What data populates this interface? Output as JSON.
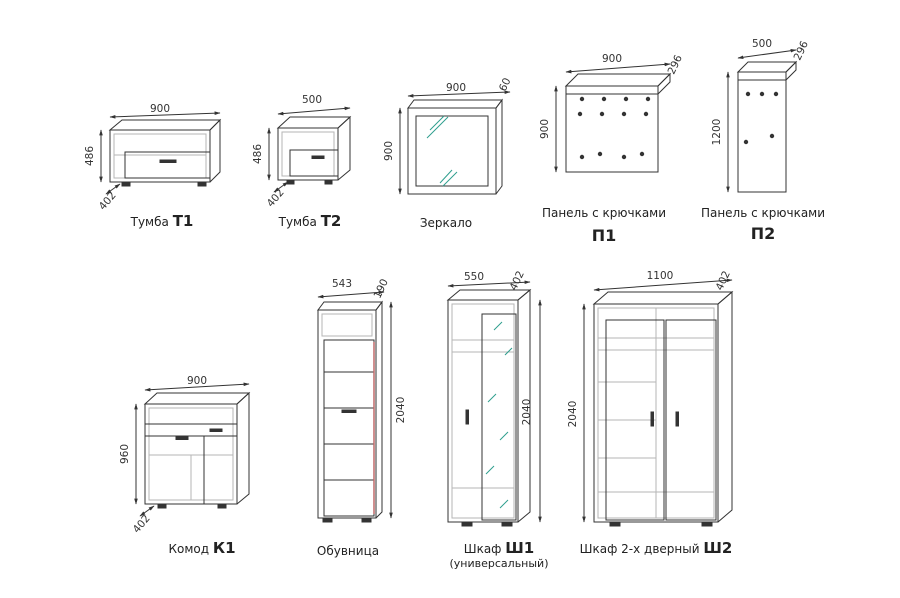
{
  "items": {
    "t1": {
      "name": "Тумба",
      "code": "Т1",
      "w": "900",
      "h": "486",
      "d": "402"
    },
    "t2": {
      "name": "Тумба",
      "code": "Т2",
      "w": "500",
      "h": "486",
      "d": "402"
    },
    "mirror": {
      "name": "Зеркало",
      "w": "900",
      "h": "900",
      "d": "60"
    },
    "p1": {
      "name": "Панель с крючками",
      "code": "П1",
      "w": "900",
      "h": "900",
      "d": "296"
    },
    "p2": {
      "name": "Панель с крючками",
      "code": "П2",
      "w": "500",
      "h": "1200",
      "d": "296"
    },
    "k1": {
      "name": "Комод",
      "code": "К1",
      "w": "900",
      "h": "960",
      "d": "402"
    },
    "shoe": {
      "name": "Обувница",
      "w": "543",
      "h": "2040",
      "d": "190"
    },
    "sh1": {
      "name": "Шкаф",
      "code": "Ш1",
      "note": "(универсальный)",
      "w": "550",
      "h": "2040",
      "d": "402"
    },
    "sh2": {
      "name": "Шкаф 2-х дверный",
      "code": "Ш2",
      "w": "1100",
      "h": "2040",
      "d": "402"
    }
  },
  "colors": {
    "line": "#333333",
    "faint": "#b5b5b5",
    "mirror": "#2e9e8e",
    "edge": "#c06a6a"
  }
}
